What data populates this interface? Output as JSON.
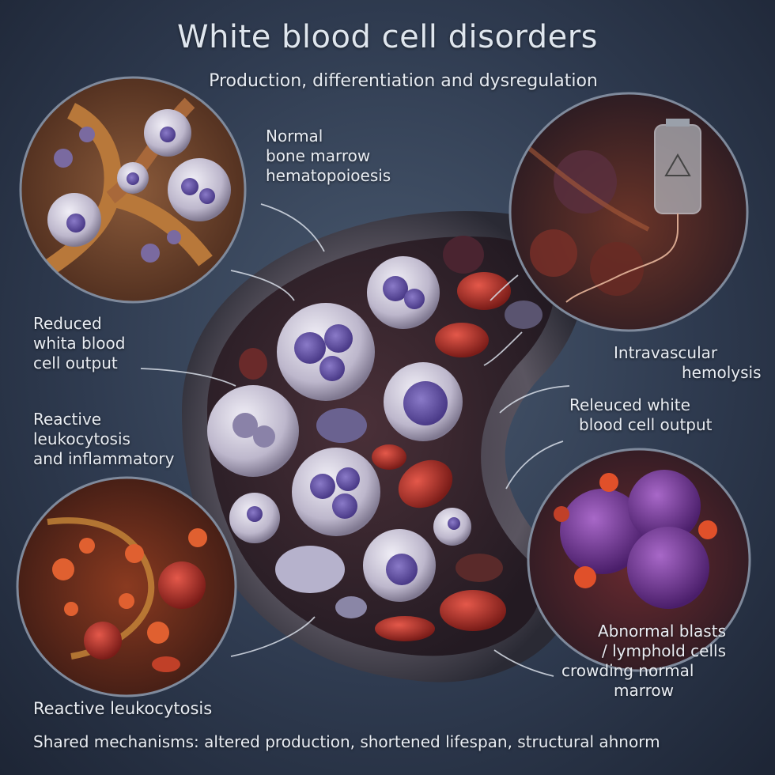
{
  "header": {
    "title": "White blood cell disorders",
    "subtitle": "Production, differentiation  and dysregulation"
  },
  "labels": {
    "normal_marrow": [
      "Normal",
      "bone marrow",
      "hematopoioesis"
    ],
    "reduced_output_left": [
      "Reduced",
      "whita blood",
      "cell output"
    ],
    "reactive_inflammatory": [
      "Reactive",
      "leukocytosis",
      "and inflammatory"
    ],
    "intravascular": [
      "Intravascular",
      "hemolysis"
    ],
    "reduced_output_right": [
      "Releuced white",
      "blood cell output"
    ],
    "abnormal_blasts": [
      "Abnormal blasts",
      "/ lymphold cells",
      "crowding normal",
      "marrow"
    ],
    "reactive_bottom": "Reactive leukocytosis"
  },
  "footer": {
    "text": "Shared mechanisms: altered production, shortened lifespan, structural ahnorm"
  },
  "colors": {
    "background": "#2f3b50",
    "wbc": "#c9c3d6",
    "wbc_nucleus": "#6a5aa6",
    "rbc": "#c0392b",
    "marrow_stroma": "#9a5a2a",
    "blast": "#7a3a9a"
  }
}
